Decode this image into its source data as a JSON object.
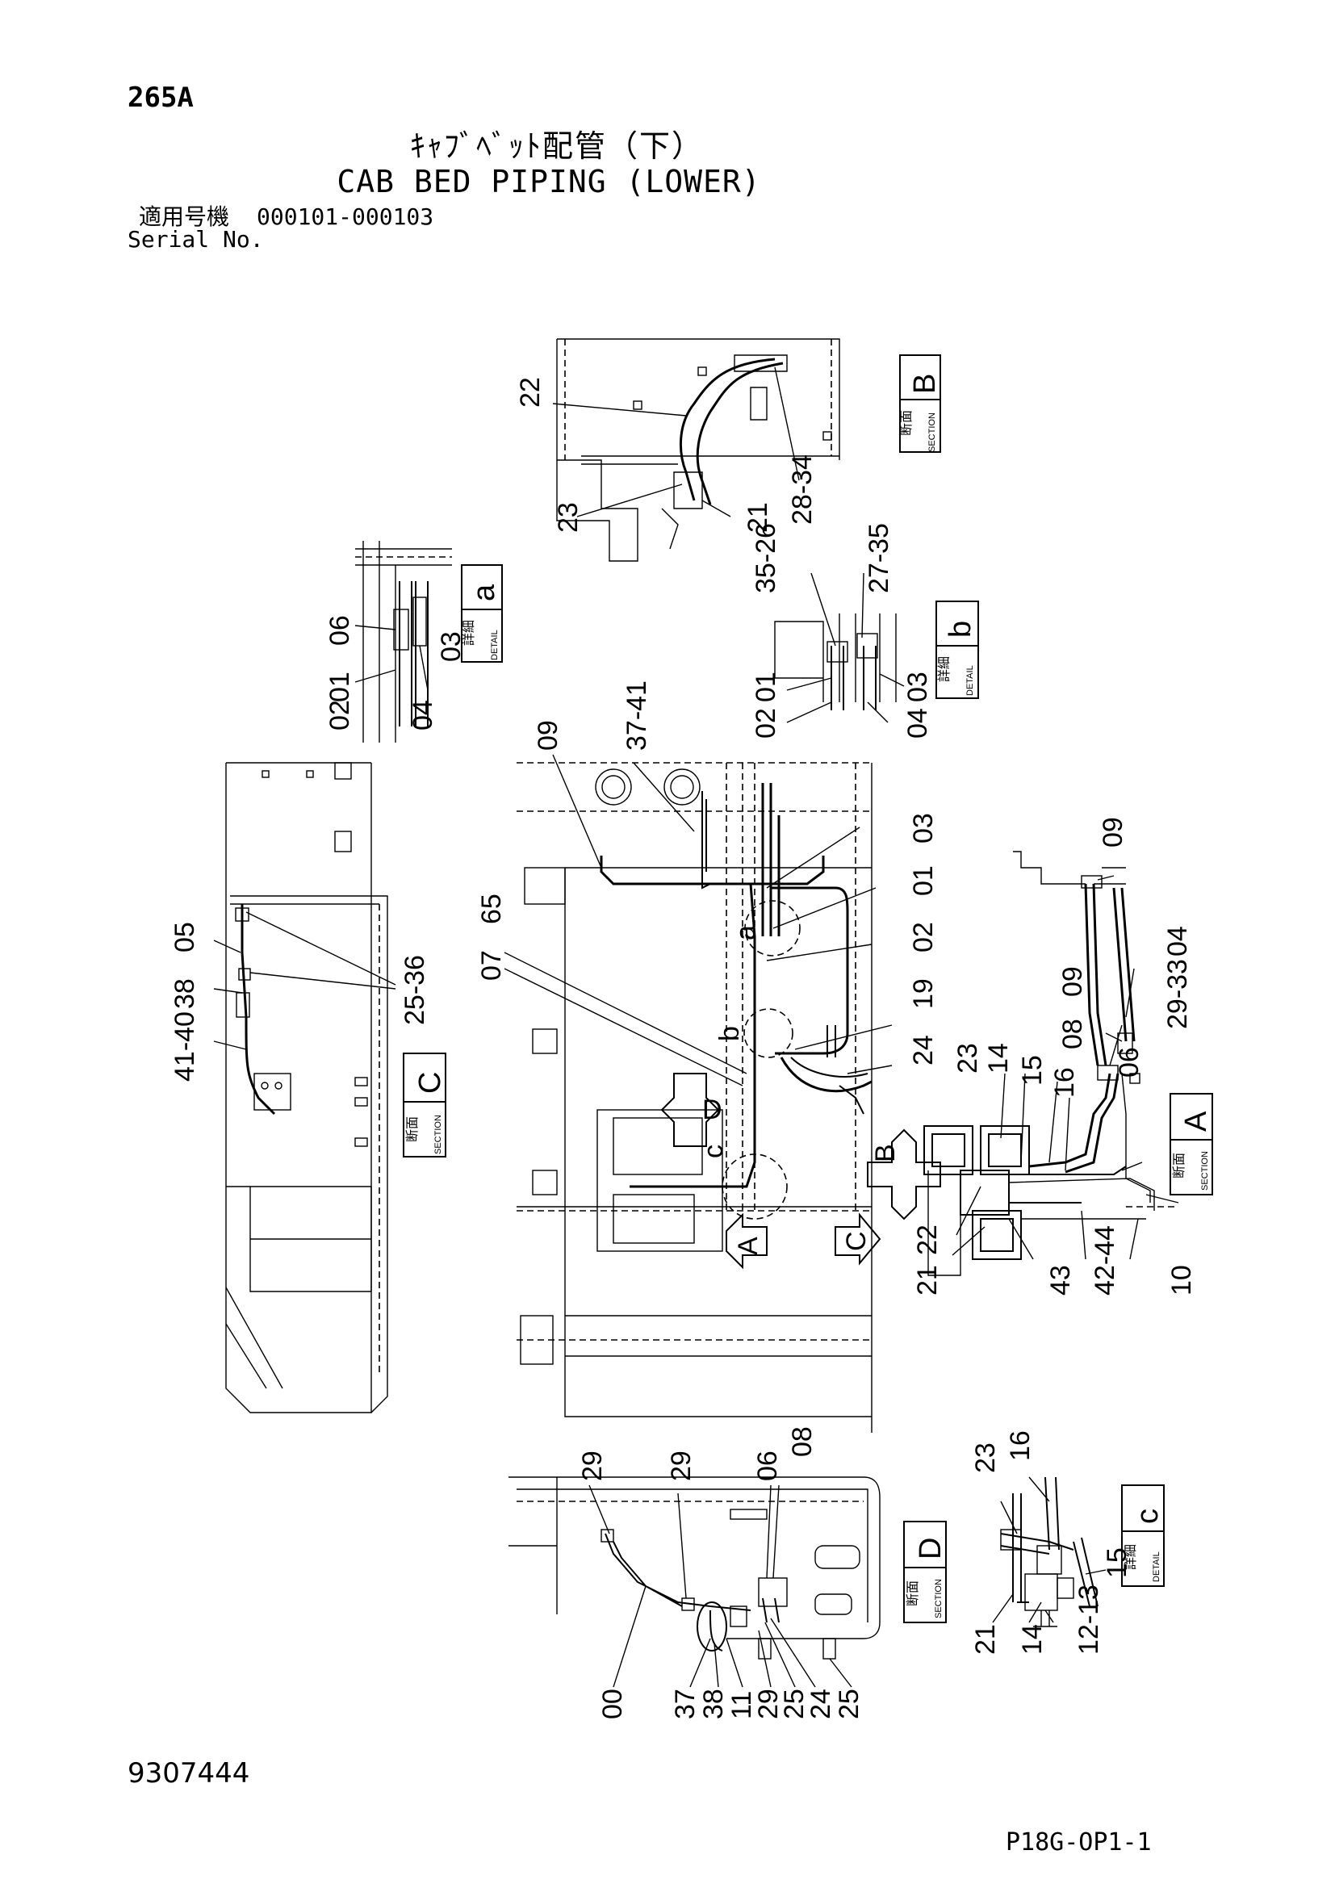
{
  "header": {
    "code": "265A",
    "title_jp": "ｷｬﾌﾞﾍﾞｯﾄ配管（下）",
    "title_en": "CAB BED PIPING (LOWER)",
    "serial_label_jp": "適用号機",
    "serial_range": "000101-000103",
    "serial_label_en": "Serial No."
  },
  "footer": {
    "drawing_no": "9307444",
    "page_code": "P18G-OP1-1"
  },
  "views": {
    "section_b": {
      "kanji": "断面",
      "word": "SECTION",
      "letter": "B",
      "callouts": [
        "22",
        "23",
        "21",
        "28-34"
      ]
    },
    "detail_a": {
      "kanji": "詳細",
      "word": "DETAIL",
      "letter": "a",
      "callouts": [
        "06",
        "01",
        "02",
        "04",
        "03"
      ]
    },
    "detail_b": {
      "kanji": "詳細",
      "word": "DETAIL",
      "letter": "b",
      "callouts": [
        "35-26",
        "27-35",
        "01",
        "02",
        "04",
        "03"
      ]
    },
    "section_c": {
      "kanji": "断面",
      "word": "SECTION",
      "letter": "C",
      "callouts": [
        "05",
        "38",
        "41-40",
        "25-36"
      ]
    },
    "main": {
      "callouts": [
        "09",
        "37-41",
        "03",
        "01",
        "02",
        "07",
        "65",
        "19",
        "24"
      ],
      "arrows": [
        "D",
        "B",
        "A",
        "C"
      ],
      "detail_marks": [
        "a",
        "b",
        "c"
      ]
    },
    "section_a": {
      "kanji": "断面",
      "word": "SECTION",
      "letter": "A",
      "callouts": [
        "09",
        "04",
        "09",
        "29-33",
        "08",
        "06",
        "23",
        "14",
        "15",
        "16",
        "22",
        "21",
        "43",
        "42-44",
        "10"
      ]
    },
    "section_d": {
      "kanji": "断面",
      "word": "SECTION",
      "letter": "D",
      "callouts": [
        "29",
        "29",
        "06",
        "08",
        "00",
        "37",
        "38",
        "11",
        "29",
        "25",
        "24",
        "25"
      ]
    },
    "detail_c": {
      "kanji": "詳細",
      "word": "DETAIL",
      "letter": "c",
      "callouts": [
        "23",
        "16",
        "15",
        "21",
        "14",
        "12-13"
      ]
    }
  }
}
